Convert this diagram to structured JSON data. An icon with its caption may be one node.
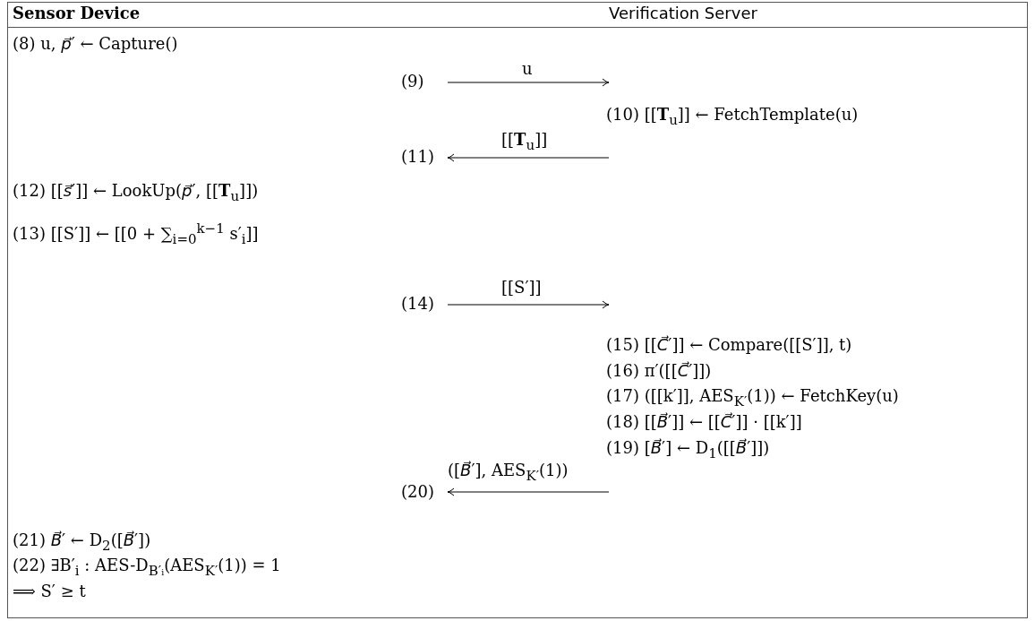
{
  "diagram": {
    "labels": [
      "Sensor Device",
      "Verification Server",
      "(8) u, p⃗′ ← Capture()",
      "(9)",
      "u",
      "(10) [[**T**$_{u}$]] ← FetchTemplate(u)",
      "(11)",
      "[[**T**$_{u}$]]",
      "(12) [[s⃗′]] ← LookUp(p⃗′, [[**T**$_{u}$]])",
      "(13) [[S′]] ← [[0 + ∑$_{i=0}$$^{k−1}$ s′$_{i}$]]",
      "(14)",
      "[[S′]]",
      "(15) [[C⃗′]] ← Compare([[S′]], t)",
      "(16) π′([[C⃗′]])",
      "(17) ([[k′]], AES$_{K′}$(1)) ← FetchKey(u)",
      "(18) [[B⃗′]] ← [[C⃗′]] · [[k′]]",
      "(19) [B⃗′] ← D$_{1}$([[B⃗′]])",
      "(20)",
      "([B⃗′], AES$_{K′}$(1))",
      "(21) B⃗′ ← D$_{2}$([B⃗′])",
      "(22) ∃B′$_{i}$ : AES-D$_{B′ᵢ}$(AES$_{K′}$(1)) = 1",
      "⟹ S′ ≥ t"
    ]
  }
}
